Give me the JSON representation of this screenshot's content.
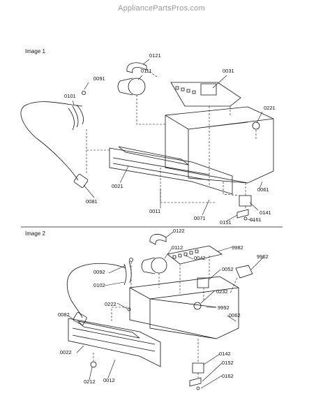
{
  "watermark": "AppliancePartsPros.com",
  "image1": {
    "title": "Image 1",
    "labels": [
      "0121",
      "0111",
      "0031",
      "0091",
      "0101",
      "0221",
      "0021",
      "0081",
      "0011",
      "0071",
      "0061",
      "0141",
      "0151",
      "0161"
    ]
  },
  "image2": {
    "title": "Image 2",
    "labels": [
      "0122",
      "0112",
      "0042",
      "9982",
      "9962",
      "0092",
      "0102",
      "0052",
      "0232",
      "0222",
      "9992",
      "0082",
      "0062",
      "0022",
      "0142",
      "0152",
      "0212",
      "0012",
      "0162"
    ]
  },
  "colors": {
    "line": "#111111",
    "watermark": "#9a9a9a"
  }
}
